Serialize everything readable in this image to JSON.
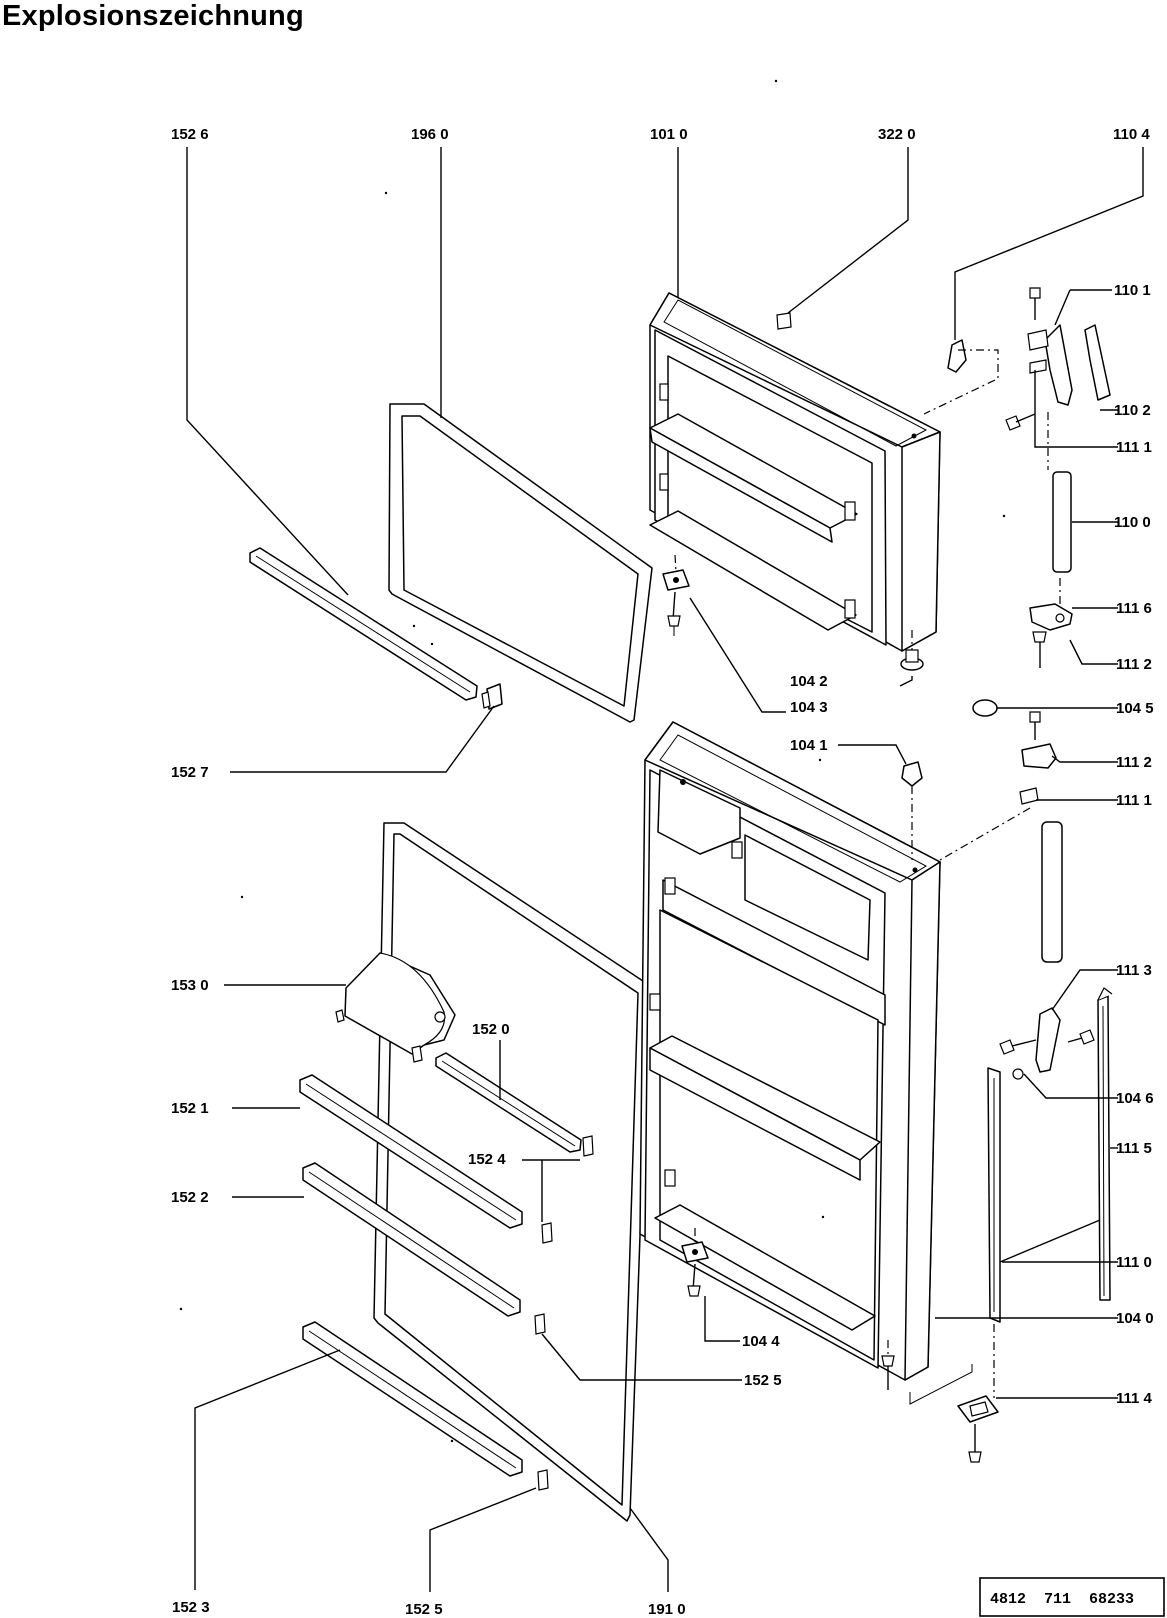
{
  "title": "Explosionszeichnung",
  "reference_number": "4812  711  68233",
  "parts": {
    "p1526": "152 6",
    "p1960": "196 0",
    "p1010": "101 0",
    "p3220": "322 0",
    "p1104": "110 4",
    "p1101": "110 1",
    "p1102": "110 2",
    "p1111a": "111 1",
    "p1100": "110 0",
    "p1116": "111 6",
    "p1112a": "111 2",
    "p1042": "104 2",
    "p1043": "104 3",
    "p1045": "104 5",
    "p1041": "104 1",
    "p1112b": "111 2",
    "p1111b": "111 1",
    "p1527": "152 7",
    "p1530": "153 0",
    "p1520": "152 0",
    "p1113": "111 3",
    "p1521": "152 1",
    "p1046": "104 6",
    "p1524": "152 4",
    "p1115": "111 5",
    "p1522": "152 2",
    "p1110": "111 0",
    "p1040": "104 0",
    "p1044": "104 4",
    "p1525a": "152 5",
    "p1114": "111 4",
    "p1523": "152 3",
    "p1525b": "152 5",
    "p1910": "191 0"
  }
}
